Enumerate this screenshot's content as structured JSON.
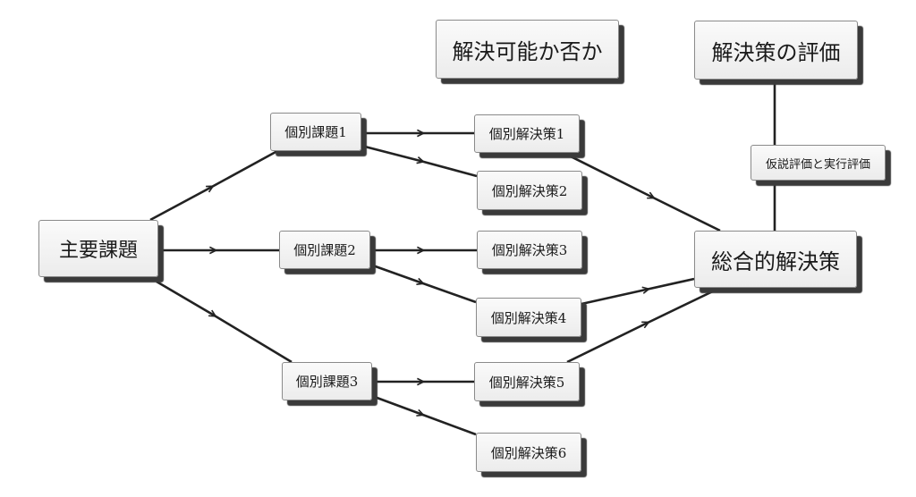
{
  "diagram": {
    "feasibility": "解決可能か否か",
    "solution_evaluation": "解決策の評価",
    "hypothesis_execution_evaluation": "仮説評価と実行評価",
    "main_issue": "主要課題",
    "issues": [
      "個別課題1",
      "個別課題2",
      "個別課題3"
    ],
    "solutions": [
      "個別解決策1",
      "個別解決策2",
      "個別解決策3",
      "個別解決策4",
      "個別解決策5",
      "個別解決策6"
    ],
    "integrated_solution": "総合的解決策"
  },
  "colors": {
    "line": "#222222",
    "box_fill": "#f1f1f1",
    "box_border": "#8a8a8a",
    "shadow": "#3a3a3a"
  }
}
